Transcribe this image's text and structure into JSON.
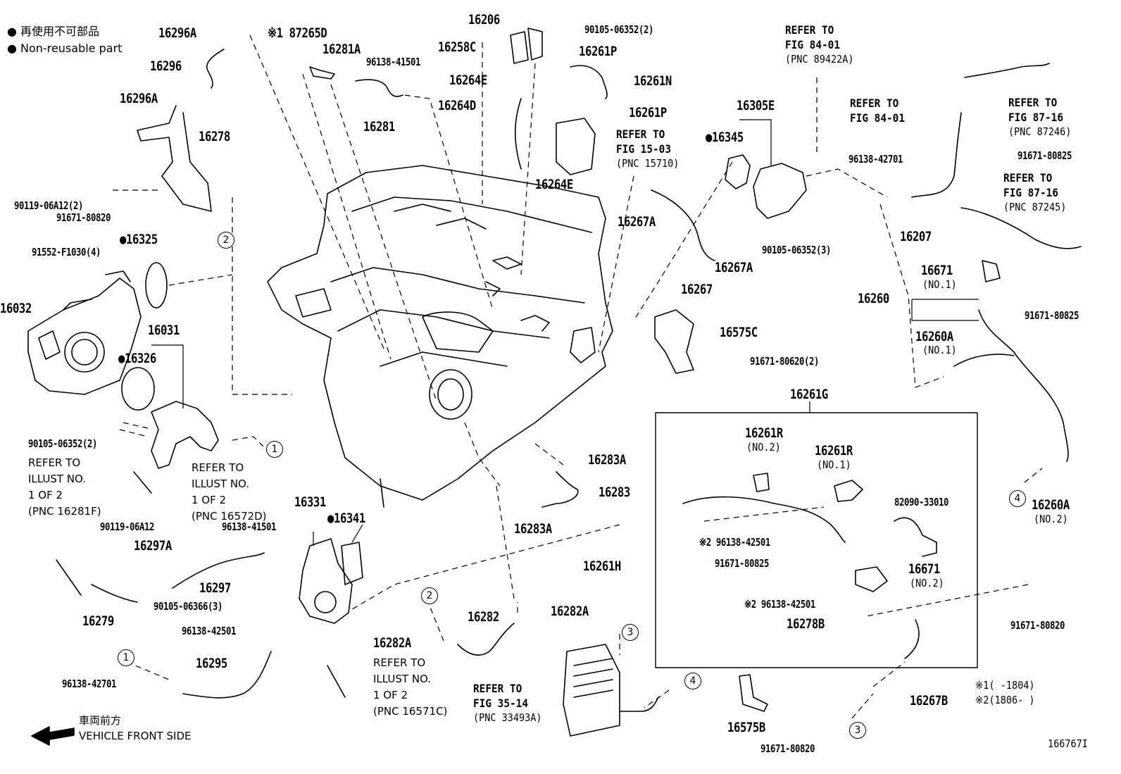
{
  "legend": {
    "line1": "● 再使用不可部品",
    "line2": "● Non-reusable part"
  },
  "front_side": {
    "jp": "車両前方",
    "en": "VEHICLE FRONT SIDE"
  },
  "footnotes": {
    "n1": "※1(      -1804)",
    "n2": "※2(1806-      )"
  },
  "diagram_id": "166767I",
  "labels": {
    "p16296A_top": "16296A",
    "p16296": "16296",
    "p16296A_b": "16296A",
    "p16278": "16278",
    "p90119_2": "90119-06A12(2)",
    "p91671_80820_a": "91671-80820",
    "p16325": "●16325",
    "p91552": "91552-F1030(4)",
    "p16032": "16032",
    "p16031": "16031",
    "p16326": "●16326",
    "p90105_2": "90105-06352(2)",
    "p87265D": "※1 87265D",
    "p16281A": "16281A",
    "p96138_41501_a": "96138-41501",
    "p16281": "16281",
    "p16206": "16206",
    "p90105_2b": "90105-06352(2)",
    "p16258C": "16258C",
    "p16261P_a": "16261P",
    "p16264E_a": "16264E",
    "p16261N": "16261N",
    "p16264D": "16264D",
    "p16261P_b": "16261P",
    "p16264E_b": "16264E",
    "p16305E": "16305E",
    "p16345": "●16345",
    "p16267A_a": "16267A",
    "p16267A_b": "16267A",
    "p16267": "16267",
    "p90105_3": "90105-06352(3)",
    "p96138_42701_a": "96138-42701",
    "p16207": "16207",
    "p91671_80825_a": "91671-80825",
    "p16671": "16671",
    "p16671_no1": "(NO.1)",
    "p16260": "16260",
    "p91671_80825_b": "91671-80825",
    "p16260A_no1": "16260A",
    "p16260A_no1_sub": "(NO.1)",
    "p16575C": "16575C",
    "p91671_80620": "91671-80620(2)",
    "p16261G": "16261G",
    "p16261R_no2": "16261R",
    "p16261R_no2_sub": "(NO.2)",
    "p16261R_no1": "16261R",
    "p16261R_no1_sub": "(NO.1)",
    "p82090": "82090-33010",
    "p96138_42501_x2a": "※2 96138-42501",
    "p91671_80825_c": "91671-80825",
    "p16671_no2": "16671",
    "p16671_no2_sub": "(NO.2)",
    "p96138_42501_x2b": "※2 96138-42501",
    "p16278B": "16278B",
    "p91671_80820_b": "91671-80820",
    "p16260A_no2": "16260A",
    "p16260A_no2_sub": "(NO.2)",
    "p16283A_a": "16283A",
    "p16283": "16283",
    "p16283A_b": "16283A",
    "p16261H": "16261H",
    "p16331": "16331",
    "p16341": "●16341",
    "p96138_41501_b": "96138-41501",
    "p90119_06A12": "90119-06A12",
    "p16297A": "16297A",
    "p16297": "16297",
    "p90105_06366": "90105-06366(3)",
    "p16279": "16279",
    "p96138_42501": "96138-42501",
    "p16295": "16295",
    "p96138_42701_b": "96138-42701",
    "p16282": "16282",
    "p16282A_a": "16282A",
    "p16282A_b": "16282A",
    "p16575B": "16575B",
    "p91671_80820_c": "91671-80820",
    "p16267B": "16267B"
  },
  "refs": {
    "r_84_01_top": [
      "REFER TO",
      "FIG 84-01",
      "(PNC 89422A)"
    ],
    "r_84_01": [
      "REFER TO",
      "FIG 84-01"
    ],
    "r_87_16a": [
      "REFER TO",
      "FIG 87-16",
      "(PNC 87246)"
    ],
    "r_87_16b": [
      "REFER TO",
      "FIG 87-16",
      "(PNC 87245)"
    ],
    "r_15_03": [
      "REFER TO",
      "FIG 15-03",
      "(PNC 15710)"
    ],
    "r_35_14": [
      "REFER TO",
      "FIG 35-14",
      "(PNC 33493A)"
    ],
    "r_ill_16281F": [
      "REFER TO",
      "ILLUST NO.",
      "1 OF 2",
      "(PNC 16281F)"
    ],
    "r_ill_16572D": [
      "REFER TO",
      "ILLUST NO.",
      "1 OF 2",
      "(PNC 16572D)"
    ],
    "r_ill_16571C": [
      "REFER TO",
      "ILLUST NO.",
      "1 OF 2",
      "(PNC 16571C)"
    ]
  },
  "circles": {
    "c1a": "1",
    "c1b": "1",
    "c2a": "2",
    "c2b": "2",
    "c3a": "3",
    "c3b": "3",
    "c4a": "4",
    "c4b": "4"
  }
}
